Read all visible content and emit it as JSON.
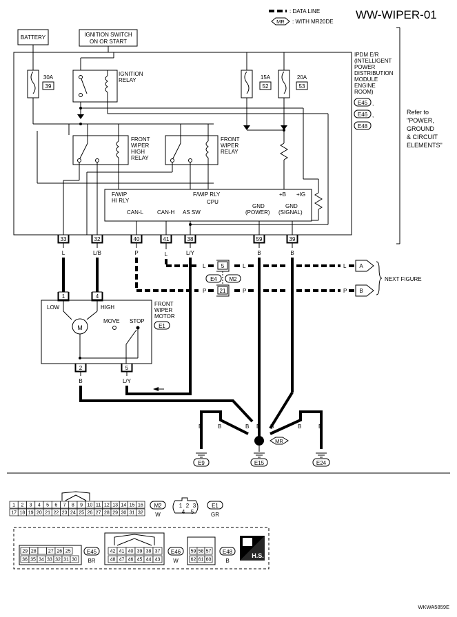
{
  "diagram_id": "WW-WIPER-01",
  "legend": {
    "data_line": ": DATA LINE",
    "mr_tag": "MR",
    "mr_text": ": WITH MR20DE"
  },
  "top": {
    "battery": "BATTERY",
    "ign_line1": "IGNITION SWITCH",
    "ign_line2": "ON OR START"
  },
  "ipdm": {
    "label_lines": [
      "IPDM E/R",
      "(INTELLIGENT",
      "POWER",
      "DISTRIBUTION",
      "MODULE",
      "ENGINE",
      "ROOM)"
    ],
    "conn1": "E45",
    "conn2": "E46",
    "conn3": "E48",
    "fuse1_amp": "30A",
    "fuse1_no": "39",
    "fuse2_amp": "15A",
    "fuse2_no": "52",
    "fuse3_amp": "20A",
    "fuse3_no": "53",
    "ign_relay_line1": "IGNITION",
    "ign_relay_line2": "RELAY",
    "high_relay_lines": [
      "FRONT",
      "WIPER",
      "HIGH",
      "RELAY"
    ],
    "wiper_relay_lines": [
      "FRONT",
      "WIPER",
      "RELAY"
    ],
    "cpu": {
      "fwip_hi_1": "F/WIP",
      "fwip_hi_2": "HI RLY",
      "fwip_rly": "F/WIP RLY",
      "cpu": "CPU",
      "plus_b": "+B",
      "plus_ig": "+IG",
      "can_l": "CAN-L",
      "can_h": "CAN-H",
      "as_sw": "AS SW",
      "gnd_p1": "GND",
      "gnd_p2": "(POWER)",
      "gnd_s1": "GND",
      "gnd_s2": "(SIGNAL)"
    }
  },
  "refer": [
    "Refer to",
    "\"POWER,",
    "GROUND",
    "& CIRCUIT",
    "ELEMENTS\""
  ],
  "terminals": [
    "33",
    "32",
    "40",
    "41",
    "38",
    "59",
    "39"
  ],
  "wire_colors": {
    "t33": "L",
    "t32": "L/B",
    "t40": "P",
    "t41": "L",
    "t38": "L/Y",
    "t59": "B",
    "t39": "B"
  },
  "junction": {
    "l_left": "L",
    "l_pin": "5",
    "l_right": "L",
    "l_far": "L",
    "a_tag": "A",
    "e4": "E4",
    "m2": "M2",
    "p_left": "P",
    "p_pin": "21",
    "p_right": "P",
    "p_far": "P",
    "b_tag": "B",
    "next_figure": "NEXT FIGURE"
  },
  "motor": {
    "pin1": "1",
    "pin4": "4",
    "low": "LOW",
    "high": "HIGH",
    "m": "M",
    "move": "MOVE",
    "stop": "STOP",
    "pin2": "2",
    "pin5": "5",
    "label_lines": [
      "FRONT",
      "WIPER",
      "MOTOR"
    ],
    "conn": "E1",
    "wire_b": "B",
    "wire_ly": "L/Y"
  },
  "ground": {
    "wires": [
      "B",
      "B",
      "B",
      "B",
      "B",
      "B",
      "B"
    ],
    "mr": "MR",
    "e9": "E9",
    "e15": "E15",
    "e24": "E24"
  },
  "connectors": {
    "m2_row1": [
      "1",
      "2",
      "3",
      "4",
      "5",
      "6",
      "7",
      "8",
      "9",
      "10",
      "11",
      "12",
      "13",
      "14",
      "15",
      "16"
    ],
    "m2_row2": [
      "17",
      "18",
      "19",
      "20",
      "21",
      "22",
      "23",
      "24",
      "25",
      "26",
      "27",
      "28",
      "29",
      "30",
      "31",
      "32"
    ],
    "m2_name": "M2",
    "m2_color": "W",
    "e1_row1": [
      "1",
      "2",
      "3"
    ],
    "e1_row2": [
      "4",
      "5"
    ],
    "e1_name": "E1",
    "e1_color": "GR",
    "e45_row1": [
      "29",
      "28",
      "",
      "27",
      "26",
      "25"
    ],
    "e45_row2": [
      "36",
      "35",
      "34",
      "33",
      "32",
      "31",
      "30"
    ],
    "e45_name": "E45",
    "e45_color": "BR",
    "e46_row1": [
      "42",
      "41",
      "40",
      "39",
      "38",
      "37"
    ],
    "e46_row2": [
      "48",
      "47",
      "46",
      "45",
      "44",
      "43"
    ],
    "e46_name": "E46",
    "e46_color": "W",
    "e48_row1": [
      "59",
      "58",
      "57"
    ],
    "e48_row2": [
      "62",
      "61",
      "60"
    ],
    "e48_name": "E48",
    "e48_color": "B",
    "hs": "H.S."
  },
  "footer_code": "WKWA5859E"
}
